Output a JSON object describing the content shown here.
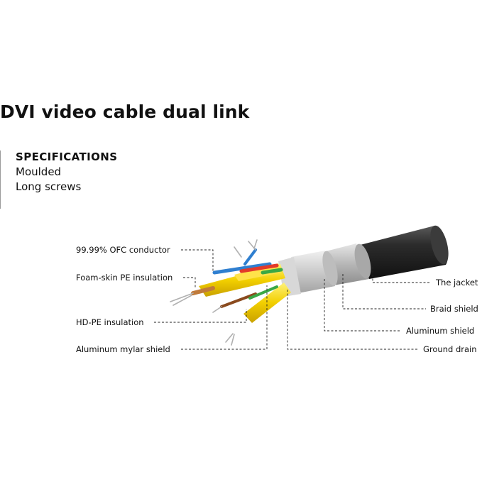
{
  "title": "DVI video cable dual link",
  "specifications": {
    "heading": "SPECIFICATIONS",
    "items": [
      "Moulded",
      "Long screws"
    ]
  },
  "labels": {
    "ofc_conductor": "99.99% OFC conductor",
    "foam_skin": "Foam-skin PE insulation",
    "hdpe": "HD-PE insulation",
    "mylar": "Aluminum mylar shield",
    "jacket": "The jacket",
    "braid": "Braid shield",
    "aluminum_shield": "Aluminum shield",
    "ground_drain": "Ground drain"
  },
  "colors": {
    "jacket": "#2b2b2b",
    "braid": "#b9b9b9",
    "aluminum": "#cfcfcf",
    "mylar": "#f2d100",
    "copper": "#c07a3a",
    "wire_blue": "#2f7fd0",
    "wire_red": "#e23a2a",
    "wire_green": "#3aa845",
    "wire_brown": "#8a4a1e"
  }
}
